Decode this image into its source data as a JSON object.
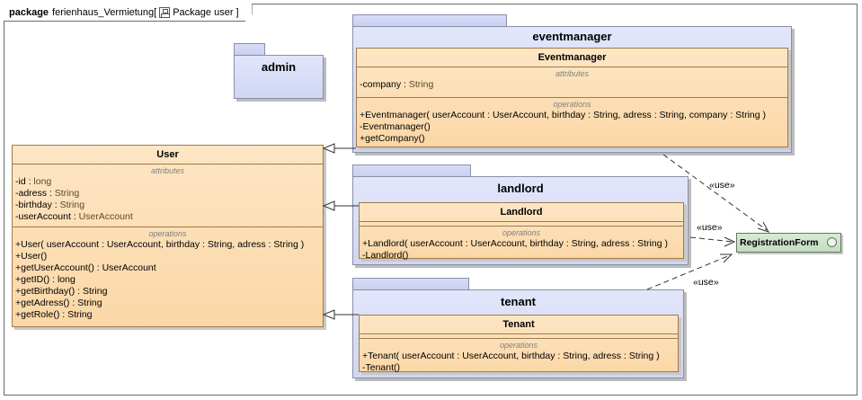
{
  "frame": {
    "keyword": "package",
    "name": "ferienhaus_Vermietung[",
    "diagram_label": "Package user",
    "close": "]"
  },
  "packages": {
    "admin": {
      "name": "admin"
    },
    "eventmanager": {
      "name": "eventmanager"
    },
    "landlord": {
      "name": "landlord"
    },
    "tenant": {
      "name": "tenant"
    }
  },
  "classes": {
    "user": {
      "name": "User",
      "attributes_title": "attributes",
      "attributes": [
        {
          "name": "-id : ",
          "type": "long"
        },
        {
          "name": "-adress : ",
          "type": "String"
        },
        {
          "name": "-birthday : ",
          "type": "String"
        },
        {
          "name": "-userAccount : ",
          "type": "UserAccount"
        }
      ],
      "operations_title": "operations",
      "operations": [
        "+User( userAccount : UserAccount, birthday : String, adress : String )",
        "+User()",
        "+getUserAccount() : UserAccount",
        "+getID() : long",
        "+getBirthday() : String",
        "+getAdress() : String",
        "+getRole() : String"
      ]
    },
    "eventmanager": {
      "name": "Eventmanager",
      "attributes_title": "attributes",
      "attributes": [
        {
          "name": "-company : ",
          "type": "String"
        }
      ],
      "operations_title": "operations",
      "operations": [
        "+Eventmanager( userAccount : UserAccount, birthday : String, adress : String, company : String )",
        "-Eventmanager()",
        "+getCompany()"
      ]
    },
    "landlord": {
      "name": "Landlord",
      "operations_title": "operations",
      "operations": [
        "+Landlord( userAccount : UserAccount, birthday : String, adress : String )",
        "-Landlord()"
      ]
    },
    "tenant": {
      "name": "Tenant",
      "operations_title": "operations",
      "operations": [
        "+Tenant( userAccount : UserAccount, birthday : String, adress : String )",
        "-Tenant()"
      ]
    },
    "registration_form": {
      "name": "RegistrationForm"
    }
  },
  "edges": {
    "use_label": "«use»"
  }
}
